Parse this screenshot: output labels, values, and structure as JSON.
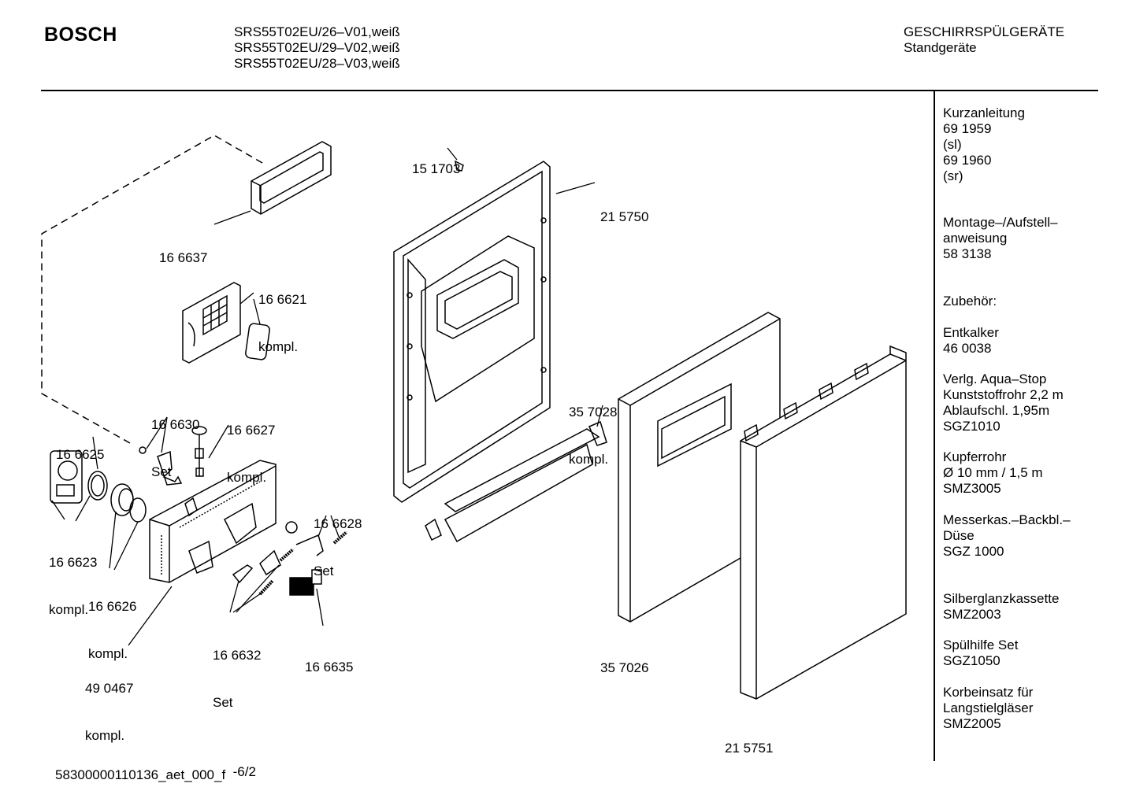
{
  "header": {
    "brand": "BOSCH",
    "models": [
      "SRS55T02EU/26–V01,weiß",
      "SRS55T02EU/29–V02,weiß",
      "SRS55T02EU/28–V03,weiß"
    ],
    "category": [
      "GESCHIRRSPÜLGERÄTE",
      "Standgeräte"
    ]
  },
  "callouts": [
    {
      "id": "c1",
      "lines": [
        "16 6637"
      ]
    },
    {
      "id": "c2",
      "lines": [
        "16 6621",
        "kompl."
      ]
    },
    {
      "id": "c3",
      "lines": [
        "16 6630",
        "Set"
      ]
    },
    {
      "id": "c4",
      "lines": [
        "16 6627",
        "kompl."
      ]
    },
    {
      "id": "c5",
      "lines": [
        "16 6625"
      ]
    },
    {
      "id": "c6",
      "lines": [
        "16 6623",
        "kompl."
      ]
    },
    {
      "id": "c7",
      "lines": [
        "16 6626",
        "kompl."
      ]
    },
    {
      "id": "c8",
      "lines": [
        "16 6628",
        "Set"
      ]
    },
    {
      "id": "c9",
      "lines": [
        "16 6632",
        "Set"
      ]
    },
    {
      "id": "c10",
      "lines": [
        "16 6635"
      ]
    },
    {
      "id": "c11",
      "lines": [
        "49 0467",
        "kompl."
      ]
    },
    {
      "id": "c12",
      "lines": [
        "15 1703"
      ]
    },
    {
      "id": "c13",
      "lines": [
        "21 5750"
      ]
    },
    {
      "id": "c14",
      "lines": [
        "35 7028",
        "kompl."
      ]
    },
    {
      "id": "c15",
      "lines": [
        "35 7026"
      ]
    },
    {
      "id": "c16",
      "lines": [
        "21 5751"
      ]
    }
  ],
  "sidebar": [
    {
      "lines": [
        "Kurzanleitung",
        "69 1959",
        "(sl)",
        "69 1960",
        "(sr)"
      ]
    },
    {
      "lines": [
        "Montage–/Aufstell–",
        "anweisung",
        "58 3138"
      ]
    },
    {
      "lines": [
        "Zubehör:"
      ]
    },
    {
      "lines": [
        "Entkalker",
        "46 0038"
      ]
    },
    {
      "lines": [
        "Verlg. Aqua–Stop",
        "Kunststoffrohr 2,2 m",
        "Ablaufschl. 1,95m",
        "SGZ1010"
      ]
    },
    {
      "lines": [
        "Kupferrohr",
        "Ø 10 mm / 1,5 m",
        "SMZ3005"
      ]
    },
    {
      "lines": [
        "Messerkas.–Backbl.–",
        "Düse",
        "SGZ 1000"
      ]
    },
    {
      "lines": [
        "Silberglanzkassette",
        "SMZ2003"
      ]
    },
    {
      "lines": [
        "Spülhilfe Set",
        "SGZ1050"
      ]
    },
    {
      "lines": [
        "Korbeinsatz für",
        "Langstielgläser",
        "SMZ2005"
      ]
    }
  ],
  "footer": {
    "doc_id": "58300000110136_aet_000_f",
    "page": "-6/2"
  }
}
